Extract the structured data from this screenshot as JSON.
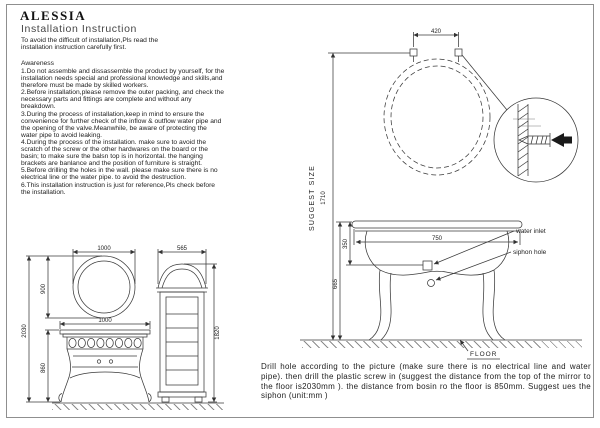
{
  "header": {
    "brand": "ALESSIA",
    "title": "Installation Instruction"
  },
  "intro": "To avoid the difficult of installation,Pls read the installation instruction carefully first.",
  "awareness": {
    "label": "Awareness",
    "items": [
      "1.Do not assemble and dissassemble the product by yourself, for the installation needs special and professional knowledge and skills,and therefore must be made by skilled workers.",
      "2.Before installation,please remove the outer packing, and check the necessary parts and fittings are complete and without any breakdown.",
      "3.During the process of installation,keep in mind to ensure the convenience for further check of the inflow & outflow water pipe and the opening of the valve.Meanwhile, be aware of protecting the water pipe to avoid leaking.",
      "4.During the process of the installation. make sure to avoid the scratch of the screw or the other hardwares on the board or the basin; to make sure the balsn top is in horizontal. the hanging brackets are banlance and the position of furniture is straight.",
      "5.Before drilling the holes in the wall. please make sure there is no electrical line or the water pipe. to avoid the destruction.",
      "6.This installation instruction is just for reference,Pls check before the installation."
    ]
  },
  "note": "Drill hole according to the picture (make sure there is no electrical line and water pipe). then drill the plastic screw in (suggest the distance from the top of the mirror to the floor is2030mm ). the distance from bosin ro the floor is 850mm. Suggest ues the siphon (unit:mm )",
  "left_drawing": {
    "mirror_width": "1000",
    "mirror_height": "900",
    "overall_height": "2030",
    "vanity_width": "1000",
    "vanity_height": "860",
    "cabinet_width": "565",
    "cabinet_height": "1820"
  },
  "right_drawing": {
    "bracket_span": "420",
    "basin_width": "750",
    "inlet_drop": "350",
    "siphon_drop": "665",
    "overall_height": "1710",
    "suggest_label": "SUGGEST SIZE",
    "water_inlet": "water inlet",
    "siphon_hole": "siphon hole",
    "floor": "FLOOR"
  }
}
